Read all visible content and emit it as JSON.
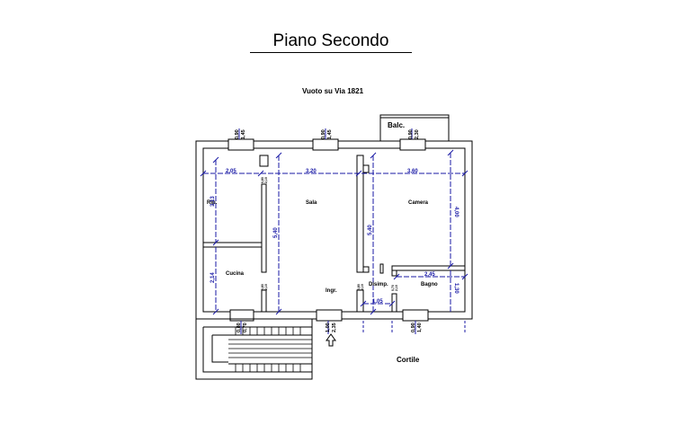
{
  "title": "Piano Secondo",
  "street_label": "Vuoto su Via 1821",
  "courtyard_label": "Cortile",
  "balcony_label": "Balc.",
  "rooms": {
    "rip": "Rip.",
    "sala": "Sala",
    "camera": "Camera",
    "cucina": "Cucina",
    "ingr": "Ingr.",
    "disimp": "Disimp.",
    "bagno": "Bagno"
  },
  "dimensions": {
    "rip_width": "2,05",
    "sala_width": "3,20",
    "camera_width": "3,60",
    "rip_depth": "3,13",
    "sala_depth": "5,40",
    "disimp_depth": "5,40",
    "camera_depth": "4,00",
    "cucina_depth": "2,14",
    "bagno_width": "2,45",
    "bagno_depth": "1,30",
    "disimp_width": "1,05"
  },
  "openings": {
    "w1": [
      "0,90",
      "1,45"
    ],
    "w2": [
      "0,90",
      "1,45"
    ],
    "w3": [
      "0,90",
      "2,30"
    ],
    "w4": [
      "0,80",
      "0,70"
    ],
    "door": [
      "1,00",
      "2,35"
    ],
    "w5": [
      "0,90",
      "1,40"
    ]
  },
  "small_marks": {
    "m1": "0,80",
    "m2": "2,10",
    "m3": "0,80",
    "m4": "2,10",
    "m5": "0,80",
    "m6": "2,10",
    "m7": "0,70",
    "m8": "2,10"
  }
}
